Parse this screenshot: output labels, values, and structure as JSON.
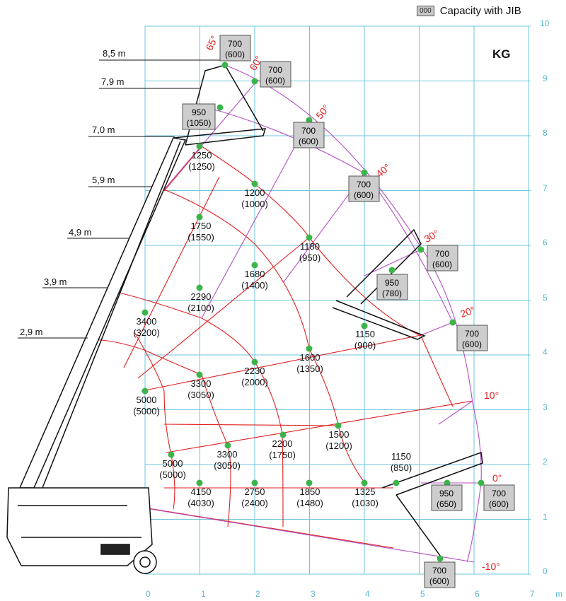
{
  "legend": {
    "swatch": "000",
    "label": "Capacity with JIB"
  },
  "unit_label": "KG",
  "x_axis": {
    "unit": "m",
    "ticks": [
      "0",
      "1",
      "2",
      "3",
      "4",
      "5",
      "6",
      "7"
    ]
  },
  "y_axis": {
    "ticks": [
      "0",
      "1",
      "2",
      "3",
      "4",
      "5",
      "6",
      "7",
      "8",
      "9",
      "10"
    ]
  },
  "height_labels": [
    "8,5 m",
    "7,9 m",
    "7,0 m",
    "5,9 m",
    "4,9 m",
    "3,9 m",
    "2,9 m"
  ],
  "angle_labels": [
    "65°",
    "60°",
    "50°",
    "40°",
    "30°",
    "20°",
    "10°",
    "0°",
    "-10°"
  ],
  "capacities_main": [
    {
      "value": "1250",
      "jib": "(1250)"
    },
    {
      "value": "1200",
      "jib": "(1000)"
    },
    {
      "value": "1750",
      "jib": "(1550)"
    },
    {
      "value": "1180",
      "jib": "(950)"
    },
    {
      "value": "1680",
      "jib": "(1400)"
    },
    {
      "value": "2290",
      "jib": "(2100)"
    },
    {
      "value": "3400",
      "jib": "(3200)"
    },
    {
      "value": "1150",
      "jib": "(900)"
    },
    {
      "value": "1600",
      "jib": "(1350)"
    },
    {
      "value": "2230",
      "jib": "(2000)"
    },
    {
      "value": "3300",
      "jib": "(3050)"
    },
    {
      "value": "5000",
      "jib": "(5000)"
    },
    {
      "value": "1500",
      "jib": "(1200)"
    },
    {
      "value": "2200",
      "jib": "(1750)"
    },
    {
      "value": "3300",
      "jib": "(3050)"
    },
    {
      "value": "5000",
      "jib": "(5000)"
    },
    {
      "value": "1150",
      "jib": "(850)"
    },
    {
      "value": "4150",
      "jib": "(4030)"
    },
    {
      "value": "2750",
      "jib": "(2400)"
    },
    {
      "value": "1850",
      "jib": "(1480)"
    },
    {
      "value": "1325",
      "jib": "(1030)"
    }
  ],
  "capacities_boxed": [
    {
      "value": "700",
      "jib": "(600)"
    },
    {
      "value": "700",
      "jib": "(600)"
    },
    {
      "value": "950",
      "jib": "(1050)"
    },
    {
      "value": "700",
      "jib": "(600)"
    },
    {
      "value": "700",
      "jib": "(600)"
    },
    {
      "value": "700",
      "jib": "(600)"
    },
    {
      "value": "950",
      "jib": "(780)"
    },
    {
      "value": "700",
      "jib": "(600)"
    },
    {
      "value": "950",
      "jib": "(650)"
    },
    {
      "value": "700",
      "jib": "(600)"
    },
    {
      "value": "700",
      "jib": "(600)"
    }
  ],
  "colors": {
    "grid": "#6ec6dd",
    "grid_text": "#5fb8d6",
    "red_line": "#e02020",
    "purple_line": "#b44fc4",
    "point": "#3bb54a",
    "box_fill": "#cdcdcd",
    "box_border": "#555555",
    "angle_text": "#e02020"
  }
}
